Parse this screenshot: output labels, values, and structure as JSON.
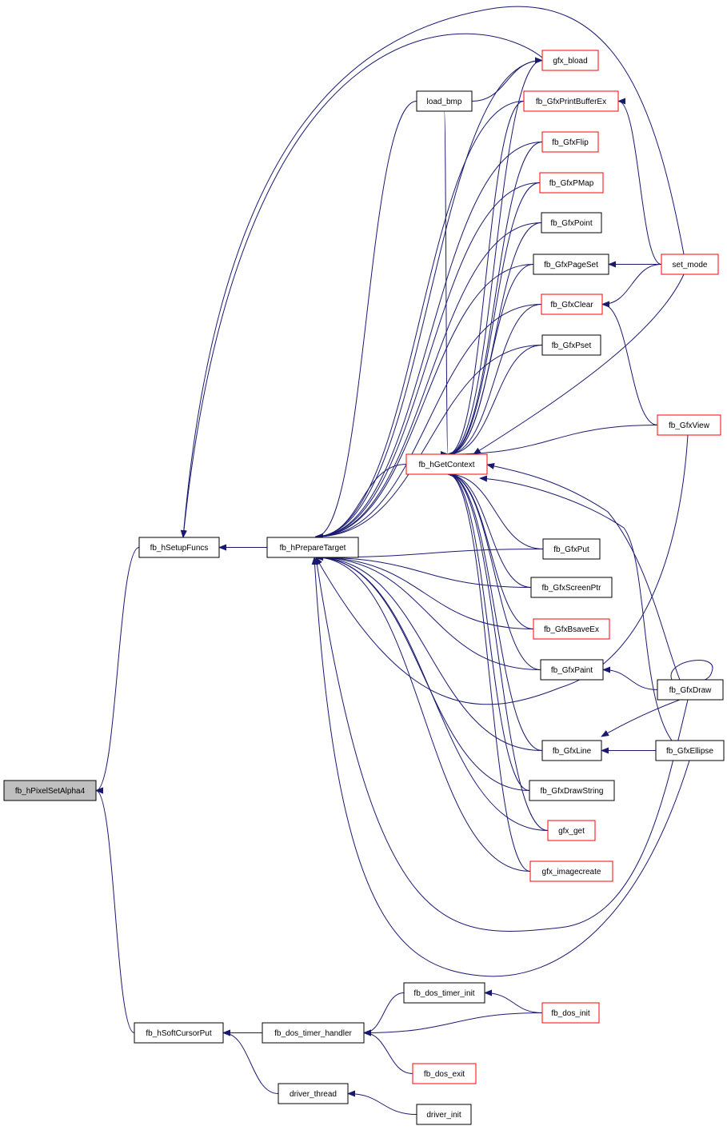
{
  "colors": {
    "edge": "#191970",
    "border_normal": "#000000",
    "border_incomplete": "#ff0000",
    "root_fill": "#bfbfbf",
    "node_fill": "#ffffff"
  },
  "nodes": [
    {
      "id": "root",
      "label": "fb_hPixelSetAlpha4",
      "style": "root"
    },
    {
      "id": "setupfuncs",
      "label": "fb_hSetupFuncs",
      "style": "normal"
    },
    {
      "id": "softcursor",
      "label": "fb_hSoftCursorPut",
      "style": "normal"
    },
    {
      "id": "preparetarget",
      "label": "fb_hPrepareTarget",
      "style": "normal"
    },
    {
      "id": "getcontext",
      "label": "fb_hGetContext",
      "style": "incomplete"
    },
    {
      "id": "load_bmp",
      "label": "load_bmp",
      "style": "normal"
    },
    {
      "id": "gfx_bload",
      "label": "gfx_bload",
      "style": "incomplete"
    },
    {
      "id": "printbufferex",
      "label": "fb_GfxPrintBufferEx",
      "style": "incomplete"
    },
    {
      "id": "gfxflip",
      "label": "fb_GfxFlip",
      "style": "incomplete"
    },
    {
      "id": "gfxpmap",
      "label": "fb_GfxPMap",
      "style": "incomplete"
    },
    {
      "id": "gfxpoint",
      "label": "fb_GfxPoint",
      "style": "normal"
    },
    {
      "id": "gfxpageset",
      "label": "fb_GfxPageSet",
      "style": "normal"
    },
    {
      "id": "gfxclear",
      "label": "fb_GfxClear",
      "style": "incomplete"
    },
    {
      "id": "gfxpset",
      "label": "fb_GfxPset",
      "style": "normal"
    },
    {
      "id": "gfxput",
      "label": "fb_GfxPut",
      "style": "normal"
    },
    {
      "id": "gfxscreenptr",
      "label": "fb_GfxScreenPtr",
      "style": "normal"
    },
    {
      "id": "gfxbsaveex",
      "label": "fb_GfxBsaveEx",
      "style": "incomplete"
    },
    {
      "id": "gfxpaint",
      "label": "fb_GfxPaint",
      "style": "normal"
    },
    {
      "id": "gfxline",
      "label": "fb_GfxLine",
      "style": "normal"
    },
    {
      "id": "gfxdrawstring",
      "label": "fb_GfxDrawString",
      "style": "normal"
    },
    {
      "id": "gfx_get",
      "label": "gfx_get",
      "style": "incomplete"
    },
    {
      "id": "gfx_imagecreate",
      "label": "gfx_imagecreate",
      "style": "incomplete"
    },
    {
      "id": "set_mode",
      "label": "set_mode",
      "style": "incomplete"
    },
    {
      "id": "gfxview",
      "label": "fb_GfxView",
      "style": "incomplete"
    },
    {
      "id": "gfxdraw",
      "label": "fb_GfxDraw",
      "style": "normal"
    },
    {
      "id": "gfxellipse",
      "label": "fb_GfxEllipse",
      "style": "normal"
    },
    {
      "id": "dos_timer_init",
      "label": "fb_dos_timer_init",
      "style": "normal"
    },
    {
      "id": "dos_timer_handler",
      "label": "fb_dos_timer_handler",
      "style": "normal"
    },
    {
      "id": "dos_init",
      "label": "fb_dos_init",
      "style": "incomplete"
    },
    {
      "id": "dos_exit",
      "label": "fb_dos_exit",
      "style": "incomplete"
    },
    {
      "id": "driver_thread",
      "label": "driver_thread",
      "style": "normal"
    },
    {
      "id": "driver_init",
      "label": "driver_init",
      "style": "normal"
    }
  ],
  "edges": [
    {
      "from": "setupfuncs",
      "to": "root"
    },
    {
      "from": "softcursor",
      "to": "root"
    },
    {
      "from": "preparetarget",
      "to": "setupfuncs"
    },
    {
      "from": "gfx_bload",
      "to": "setupfuncs"
    },
    {
      "from": "set_mode",
      "to": "setupfuncs"
    },
    {
      "from": "getcontext",
      "to": "preparetarget"
    },
    {
      "from": "load_bmp",
      "to": "preparetarget"
    },
    {
      "from": "gfx_bload",
      "to": "preparetarget"
    },
    {
      "from": "printbufferex",
      "to": "preparetarget"
    },
    {
      "from": "gfxflip",
      "to": "preparetarget"
    },
    {
      "from": "gfxpmap",
      "to": "preparetarget"
    },
    {
      "from": "gfxpoint",
      "to": "preparetarget"
    },
    {
      "from": "gfxpageset",
      "to": "preparetarget"
    },
    {
      "from": "gfxclear",
      "to": "preparetarget"
    },
    {
      "from": "gfxpset",
      "to": "preparetarget"
    },
    {
      "from": "gfxput",
      "to": "preparetarget"
    },
    {
      "from": "gfxscreenptr",
      "to": "preparetarget"
    },
    {
      "from": "gfxbsaveex",
      "to": "preparetarget"
    },
    {
      "from": "gfxpaint",
      "to": "preparetarget"
    },
    {
      "from": "gfxline",
      "to": "preparetarget"
    },
    {
      "from": "gfxdrawstring",
      "to": "preparetarget"
    },
    {
      "from": "gfx_get",
      "to": "preparetarget"
    },
    {
      "from": "gfx_imagecreate",
      "to": "preparetarget"
    },
    {
      "from": "gfxview",
      "to": "preparetarget"
    },
    {
      "from": "gfxdraw",
      "to": "preparetarget"
    },
    {
      "from": "gfxellipse",
      "to": "preparetarget"
    },
    {
      "from": "load_bmp",
      "to": "getcontext"
    },
    {
      "from": "gfx_bload",
      "to": "getcontext"
    },
    {
      "from": "printbufferex",
      "to": "getcontext"
    },
    {
      "from": "gfxflip",
      "to": "getcontext"
    },
    {
      "from": "gfxpmap",
      "to": "getcontext"
    },
    {
      "from": "gfxpoint",
      "to": "getcontext"
    },
    {
      "from": "gfxpageset",
      "to": "getcontext"
    },
    {
      "from": "gfxclear",
      "to": "getcontext"
    },
    {
      "from": "gfxpset",
      "to": "getcontext"
    },
    {
      "from": "set_mode",
      "to": "getcontext"
    },
    {
      "from": "gfxview",
      "to": "getcontext"
    },
    {
      "from": "gfxput",
      "to": "getcontext"
    },
    {
      "from": "gfxscreenptr",
      "to": "getcontext"
    },
    {
      "from": "gfxbsaveex",
      "to": "getcontext"
    },
    {
      "from": "gfxpaint",
      "to": "getcontext"
    },
    {
      "from": "gfxline",
      "to": "getcontext"
    },
    {
      "from": "gfxdraw",
      "to": "getcontext"
    },
    {
      "from": "gfxellipse",
      "to": "getcontext"
    },
    {
      "from": "gfxdrawstring",
      "to": "getcontext"
    },
    {
      "from": "gfx_get",
      "to": "getcontext"
    },
    {
      "from": "gfx_imagecreate",
      "to": "getcontext"
    },
    {
      "from": "load_bmp",
      "to": "gfx_bload"
    },
    {
      "from": "set_mode",
      "to": "printbufferex"
    },
    {
      "from": "set_mode",
      "to": "gfxpageset"
    },
    {
      "from": "set_mode",
      "to": "gfxclear"
    },
    {
      "from": "gfxview",
      "to": "gfxclear"
    },
    {
      "from": "gfxdraw",
      "to": "gfxpaint"
    },
    {
      "from": "gfxdraw",
      "to": "gfxline"
    },
    {
      "from": "gfxellipse",
      "to": "gfxline"
    },
    {
      "from": "gfxdraw",
      "to": "gfxdraw"
    },
    {
      "from": "dos_timer_handler",
      "to": "softcursor"
    },
    {
      "from": "driver_thread",
      "to": "softcursor"
    },
    {
      "from": "dos_timer_init",
      "to": "dos_timer_handler"
    },
    {
      "from": "dos_init",
      "to": "dos_timer_handler"
    },
    {
      "from": "dos_exit",
      "to": "dos_timer_handler"
    },
    {
      "from": "dos_init",
      "to": "dos_timer_init"
    },
    {
      "from": "driver_init",
      "to": "driver_thread"
    }
  ]
}
